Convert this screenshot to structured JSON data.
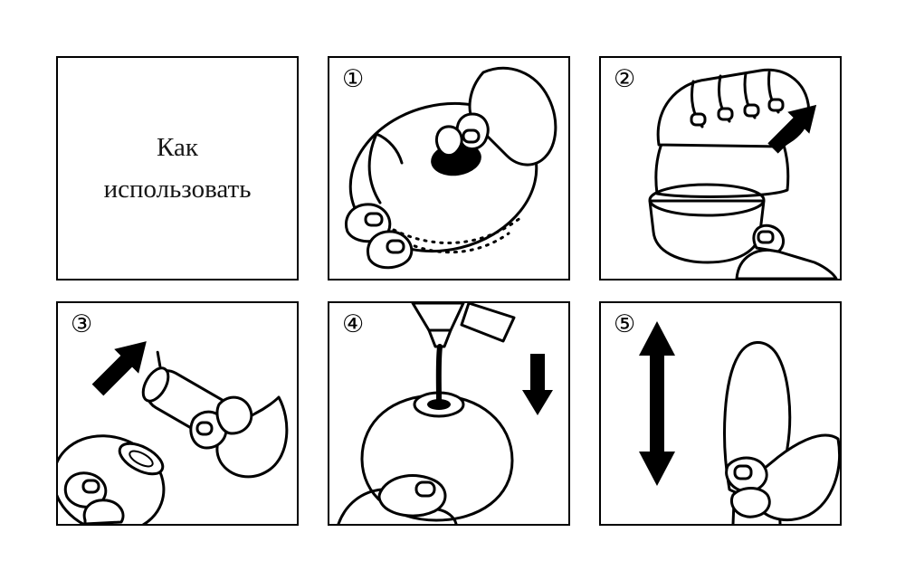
{
  "colors": {
    "ink": "#000000",
    "background": "#ffffff"
  },
  "title": "Как использовать",
  "steps": [
    {
      "number": "①"
    },
    {
      "number": "②"
    },
    {
      "number": "③"
    },
    {
      "number": "④"
    },
    {
      "number": "⑤"
    }
  ]
}
